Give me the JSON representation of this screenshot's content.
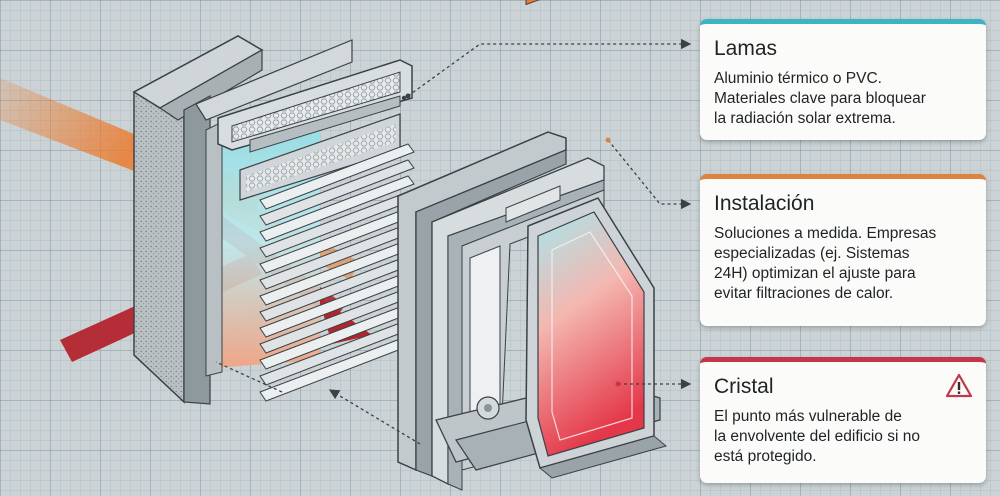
{
  "cards": {
    "lamas": {
      "title": "Lamas",
      "lines": [
        "Aluminio térmico o PVC.",
        "Materiales clave para bloquear",
        "la radiación solar extrema."
      ]
    },
    "instalacion": {
      "title": "Instalación",
      "lines": [
        "Soluciones a medida. Empresas",
        "especializadas (ej. Sistemas",
        "24H) optimizan el ajuste para",
        "evitar filtraciones de calor."
      ]
    },
    "cristal": {
      "title": "Cristal",
      "lines": [
        "El punto más vulnerable de",
        "la envolvente del edificio si no",
        "está protegido."
      ],
      "icon": "warning-triangle-icon"
    }
  },
  "colors": {
    "lamas_accent": "#3eb3c7",
    "instalacion_accent": "#e0823f",
    "cristal_accent": "#c4364a",
    "solar_orange": "#ec7a2c",
    "solar_red": "#b3242e"
  }
}
